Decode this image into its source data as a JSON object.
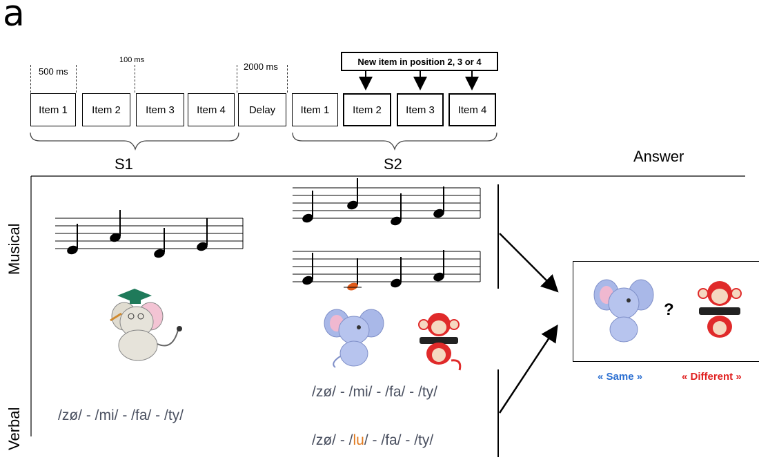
{
  "panel_letter": "a",
  "timing": {
    "t500": "500 ms",
    "t100": "100 ms",
    "t2000": "2000 ms"
  },
  "new_item_label": "New item in position 2, 3 or 4",
  "s1_items": [
    "Item 1",
    "Item 2",
    "Item 3",
    "Item 4"
  ],
  "delay_label": "Delay",
  "s2_items": [
    "Item 1",
    "Item 2",
    "Item 3",
    "Item 4"
  ],
  "s1_label": "S1",
  "s2_label": "S2",
  "answer_label": "Answer",
  "musical_label": "Musical",
  "verbal_label": "Verbal",
  "verbal": {
    "s1": "/zø/ - /mi/ - /fa/ - /ty/",
    "s2_same": "/zø/ - /mi/ - /fa/ - /ty/",
    "s2_diff_pre": "/zø/ - /",
    "s2_diff_new": "lu",
    "s2_diff_post": "/ - /fa/ - /ty/"
  },
  "question_mark": "?",
  "same_label": "« Same »",
  "different_label": "« Different »",
  "colors": {
    "same": "#2b6fd1",
    "different": "#e02020",
    "changed_note": "#e05a1a",
    "changed_syllable": "#e07a1f",
    "elephant_blue": "#a9b8e8",
    "monkey_red": "#e02a2a"
  }
}
